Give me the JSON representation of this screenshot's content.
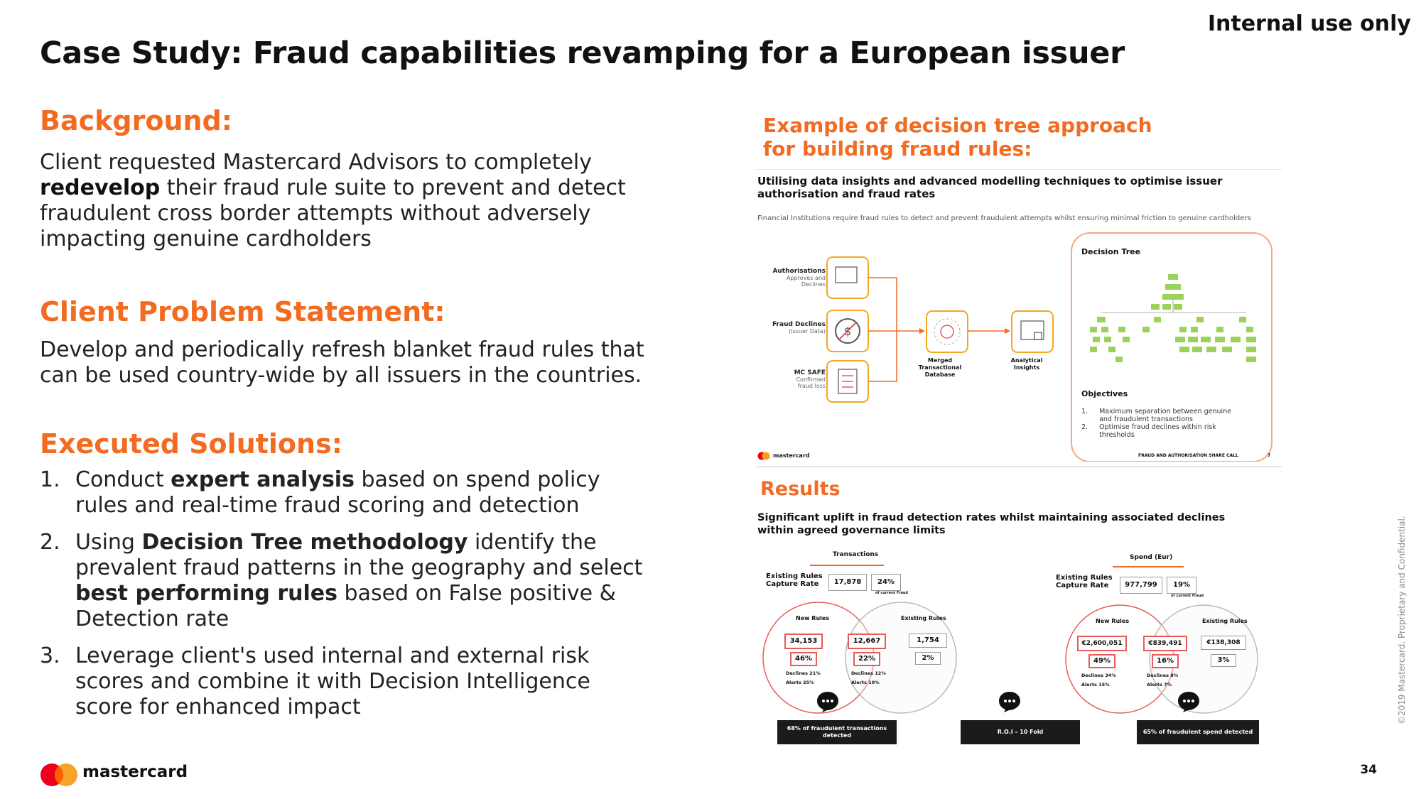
{
  "header": {
    "title": "Case Study: Fraud capabilities revamping for a European issuer",
    "classification": "Internal use only"
  },
  "background": {
    "heading": "Background:",
    "text_pre": "Client requested Mastercard Advisors to completely",
    "text_bold": "redevelop",
    "text_post": " their fraud rule suite to prevent and detect fraudulent cross border attempts without adversely impacting genuine cardholders"
  },
  "problem": {
    "heading": "Client Problem Statement:",
    "text": "Develop and periodically refresh blanket fraud rules that can be used country-wide by all issuers in the countries."
  },
  "solutions": {
    "heading": "Executed Solutions:",
    "items": [
      {
        "num": "1.",
        "a": "Conduct ",
        "b": "expert analysis",
        "c": " based on spend policy rules and real-time fraud scoring and detection",
        "d": "",
        "e": ""
      },
      {
        "num": "2.",
        "a": "Using ",
        "b": "Decision Tree methodology",
        "c": " identify the prevalent fraud patterns in the geography and select ",
        "d": "best performing rules",
        "e": " based on False positive & Detection rate"
      },
      {
        "num": "3.",
        "a": "Leverage client's used internal and external risk scores and combine it with Decision Intelligence score for enhanced impact",
        "b": "",
        "c": "",
        "d": "",
        "e": ""
      }
    ]
  },
  "footer": {
    "brand": "mastercard",
    "page": "34",
    "copyright": "©2019 Mastercard. Proprietary and Confidential."
  },
  "example": {
    "heading_line1": "Example of decision tree approach",
    "heading_line2": "for building fraud rules:",
    "subtitle_line1": "Utilising data insights and advanced modelling techniques to optimise issuer",
    "subtitle_line2": "authorisation and fraud rates",
    "caption": "Financial Institutions require fraud rules to detect and prevent fraudulent attempts whilst ensuring minimal friction to genuine cardholders",
    "sources": [
      {
        "title": "Authorisations",
        "sub1": "Approves and",
        "sub2": "Declines"
      },
      {
        "title": "Fraud Declines",
        "sub1": "(Issuer Data)",
        "sub2": ""
      },
      {
        "title": "MC SAFE",
        "sub1": "Confirmed",
        "sub2": "fraud loss"
      }
    ],
    "merged_label1": "Merged",
    "merged_label2": "Transactional",
    "merged_label3": "Database",
    "insights_label1": "Analytical",
    "insights_label2": "Insights",
    "tree_title": "Decision Tree",
    "objectives_title": "Objectives",
    "objectives": [
      {
        "num": "1.",
        "line1": "Maximum separation between genuine",
        "line2": "and fraudulent transactions"
      },
      {
        "num": "2.",
        "line1": "Optimise fraud declines within risk",
        "line2": "thresholds"
      }
    ],
    "mini_brand": "mastercard",
    "mini_footer": "FRAUD AND AUTHORISATION SHARE CALL",
    "mini_page": "7"
  },
  "results": {
    "heading": "Results",
    "subtitle_line1": "Significant uplift in fraud detection rates whilst maintaining associated declines",
    "subtitle_line2": "within agreed governance limits",
    "transactions": {
      "header": "Transactions",
      "existing_label1": "Existing Rules",
      "existing_label2": "Capture Rate",
      "existing_value": "17,878",
      "existing_pct": "24%",
      "of_current": "of current Fraud",
      "new_rules": "New Rules",
      "existing_rules": "Existing Rules",
      "new_value": "34,153",
      "new_pct": "46%",
      "overlap_value": "12,667",
      "overlap_pct": "22%",
      "ex_value": "1,754",
      "ex_pct": "2%",
      "new_declines": "Declines 21%",
      "new_alerts": "Alerts 25%",
      "ov_declines": "Declines 12%",
      "ov_alerts": "Alerts 10%",
      "callout": "68% of fraudulent transactions detected"
    },
    "roi": "R.O.I – 10 Fold",
    "spend": {
      "header": "Spend (Eur)",
      "existing_label1": "Existing Rules",
      "existing_label2": "Capture Rate",
      "existing_value": "977,799",
      "existing_pct": "19%",
      "of_current": "of current Fraud",
      "new_rules": "New Rules",
      "existing_rules": "Existing Rules",
      "new_value": "€2,600,051",
      "new_pct": "49%",
      "overlap_value": "€839,491",
      "overlap_pct": "16%",
      "ex_value": "€138,308",
      "ex_pct": "3%",
      "new_declines": "Declines 34%",
      "new_alerts": "Alerts 15%",
      "ov_declines": "Declines 9%",
      "ov_alerts": "Alerts 7%",
      "callout": "65% of fraudulent spend detected"
    }
  },
  "colors": {
    "accent": "#f26b21",
    "venn_red": "#e95a5a",
    "tree_green": "#9bd35a",
    "mc_red": "#eb001b",
    "mc_yellow": "#f79e1b"
  }
}
